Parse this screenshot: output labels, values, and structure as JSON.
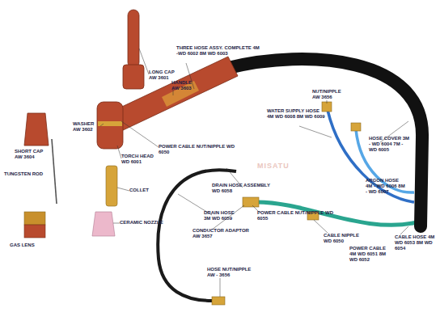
{
  "diagram": {
    "labels": [
      "THREE HOSE ASSY. COMPLETE 4M -WD 6002 8M WD 6003",
      "LONG CAP AW 3601",
      "HANDLE AW 3603",
      "NUT/NIPPLE AW 3656",
      "WATER SUPPLY HOSE 4M WD 6008 8M WD 6009",
      "WASHER AW 3602",
      "POWER CABLE NUT/NIPPLE WD 6050",
      "TORCH HEAD WD 6001",
      "SHORT CAP AW 3604",
      "HOSE COVER 3M - WD 6004 7M - WD 6005",
      "TUNGSTEN ROD",
      "MISATU",
      "ARGON HOSE 4M - WD 6006 8M - WD 6007",
      "DRAIN HOSE ASSEMBLY WD 6058",
      "COLLET",
      "DRAIN HOSE 3M WD 6059",
      "POWER CABLE NUT/NIPPLE WD 6055",
      "CERAMIC NOZZLE",
      "CONDUCTOR ADAPTOR AW 3657",
      "CABLE NIPPLE WD 6050",
      "CABLE HOSE 4M WD 6053 8M WD 6054",
      "POWER CABLE 4M WD 6051 8M WD 6052",
      "GAS LENS",
      "HOSE NUT/NIPPLE AW - 3656"
    ]
  }
}
